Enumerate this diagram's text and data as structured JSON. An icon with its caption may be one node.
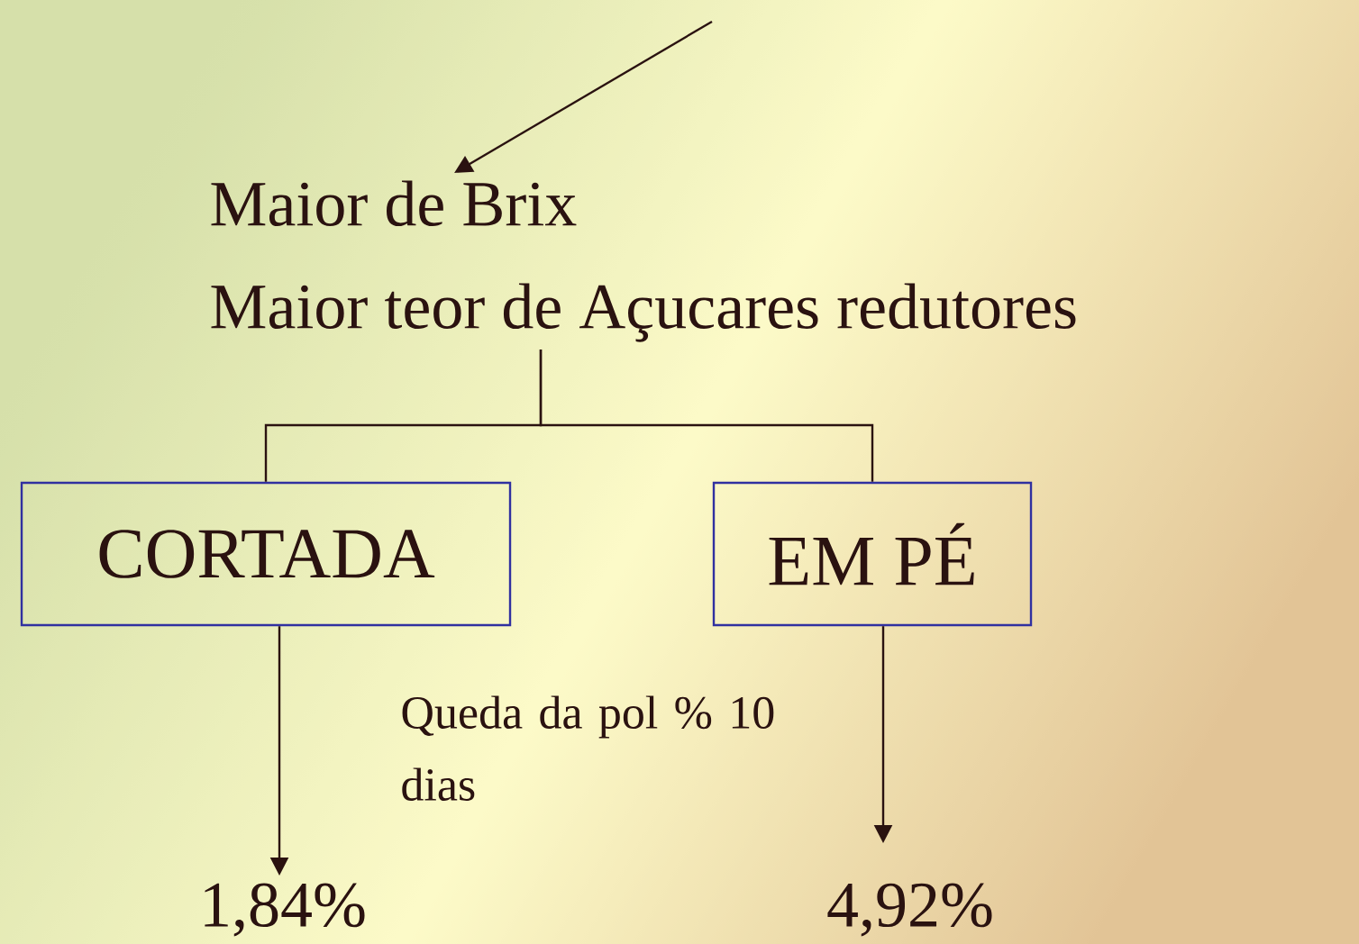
{
  "diagram": {
    "nodes": [
      {
        "text": [
          "Maior  de Brix",
          "Maior teor de Açucares redutores"
        ]
      },
      {
        "text": [
          "CORTADA"
        ]
      },
      {
        "text": [
          "EM PÉ"
        ]
      },
      {
        "text": [
          "1,84%"
        ]
      },
      {
        "text": [
          "4,92%"
        ]
      }
    ],
    "edges": [
      {
        "from": null,
        "to": 0,
        "arrow": "to"
      },
      {
        "from": 0,
        "to": 1,
        "arrow": "none"
      },
      {
        "from": 0,
        "to": 2,
        "arrow": "none"
      },
      {
        "from": 1,
        "to": 3,
        "arrow": "to"
      },
      {
        "from": 2,
        "to": 4,
        "arrow": "to"
      }
    ],
    "labels": [
      "Queda da pol % 10 dias"
    ]
  }
}
